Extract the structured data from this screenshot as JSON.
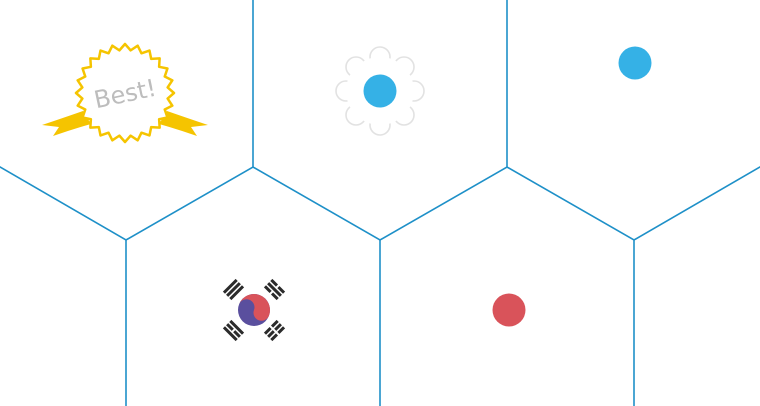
{
  "colors": {
    "grid_line": "#1e90c8",
    "badge_gold": "#f5c400",
    "blue_dot": "#35b1e6",
    "red_dot": "#d9535a",
    "flower_outline": "#d8d8d8",
    "flag_red": "#d9535a",
    "flag_blue": "#5a4f9e",
    "flag_trigram": "#2b2b2b"
  },
  "cells": [
    {
      "id": "cell-top-left",
      "content": "best-badge-icon"
    },
    {
      "id": "cell-top-center",
      "content": "flower-icon"
    },
    {
      "id": "cell-top-right",
      "content": "blue-dot-icon"
    },
    {
      "id": "cell-bottom-left",
      "content": "korea-flag-icon"
    },
    {
      "id": "cell-bottom-center",
      "content": "red-dot-icon"
    }
  ],
  "badge": {
    "text": "Best!"
  }
}
